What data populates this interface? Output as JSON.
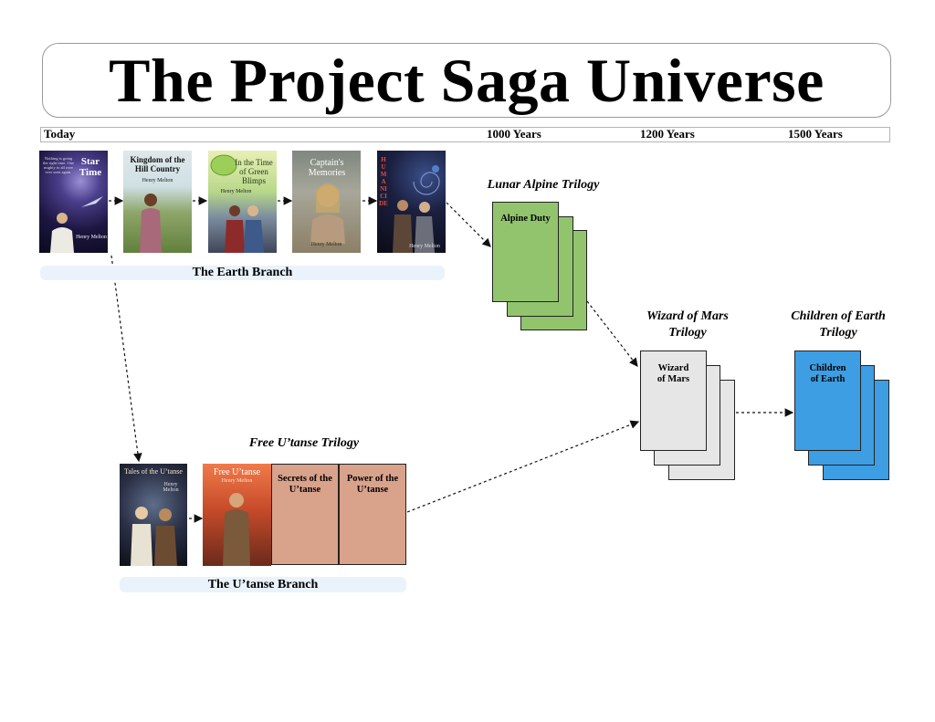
{
  "title": "The Project Saga Universe",
  "timeline": {
    "today": "Today",
    "y1000": "1000 Years",
    "y1200": "1200 Years",
    "y1500": "1500 Years"
  },
  "earth_branch": {
    "label": "The Earth Branch",
    "books": [
      {
        "title": "Star Time",
        "author": "Henry Melton",
        "tagline": "Nothing is going the right time. One mighty to all over ever seen again."
      },
      {
        "title": "Kingdom of the Hill Country",
        "author": "Henry Melton"
      },
      {
        "title": "In the Time of Green Blimps",
        "author": "Henry Melton"
      },
      {
        "title": "Captain's Memories",
        "author": "Henry Melton"
      },
      {
        "title": "HUMANICIDE",
        "author": "Henry Melton"
      }
    ]
  },
  "lunar_alpine": {
    "trilogy": "Lunar Alpine Trilogy",
    "book": "Alpine Duty",
    "color": "#92c46e"
  },
  "wizard_mars": {
    "trilogy_line1": "Wizard of Mars",
    "trilogy_line2": "Trilogy",
    "book_line1": "Wizard",
    "book_line2": "of Mars",
    "color": "#e6e6e6"
  },
  "children_earth": {
    "trilogy_line1": "Children of Earth",
    "trilogy_line2": "Trilogy",
    "book_line1": "Children",
    "book_line2": "of Earth",
    "color": "#3d9ee3"
  },
  "utanse_branch": {
    "label": "The U’tanse Branch",
    "trilogy": "Free U’tanse Trilogy",
    "tales": {
      "title": "Tales of the U’tanse",
      "author": "Henry Melton"
    },
    "free": {
      "title": "Free U’tanse",
      "author": "Henry Melton"
    },
    "secrets_line1": "Secrets of the",
    "secrets_line2": "U’tanse",
    "power_line1": "Power of the",
    "power_line2": "U’tanse",
    "color": "#d9a28b"
  }
}
